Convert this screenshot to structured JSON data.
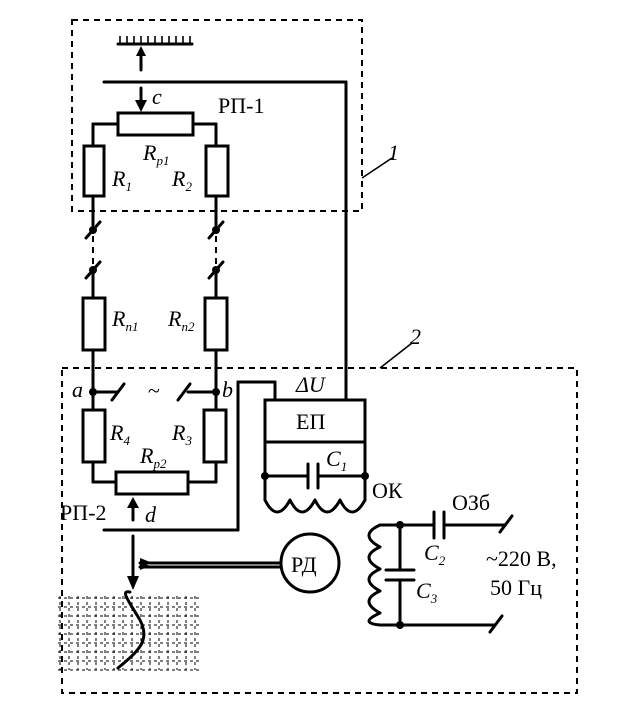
{
  "labels": {
    "rp1": "РП-1",
    "rp2": "РП-2",
    "c": "c",
    "d": "d",
    "a": "a",
    "b": "b",
    "tilde": "~",
    "delta_u": "ΔU",
    "ep": "ЕП",
    "ok": "ОК",
    "rd": "РД",
    "ozb": "ОЗб",
    "callout1": "1",
    "callout2": "2",
    "supply_line1": "~220 В,",
    "supply_line2": "50 Гц"
  },
  "components": {
    "Rp1": {
      "base": "R",
      "sub": "p1"
    },
    "R1": {
      "base": "R",
      "sub": "1"
    },
    "R2": {
      "base": "R",
      "sub": "2"
    },
    "Rl1": {
      "base": "R",
      "sub": "п1"
    },
    "Rl2": {
      "base": "R",
      "sub": "п2"
    },
    "R3": {
      "base": "R",
      "sub": "3"
    },
    "R4": {
      "base": "R",
      "sub": "4"
    },
    "Rp2": {
      "base": "R",
      "sub": "p2"
    },
    "C1": {
      "base": "C",
      "sub": "1"
    },
    "C2": {
      "base": "C",
      "sub": "2"
    },
    "C3": {
      "base": "C",
      "sub": "3"
    }
  }
}
